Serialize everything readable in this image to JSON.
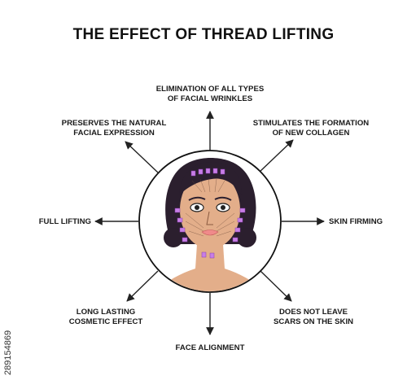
{
  "title": "THE EFFECT OF THREAD LIFTING",
  "effects": {
    "top": "ELIMINATION OF ALL TYPES\nOF FACIAL WRINKLES",
    "top_right": "STIMULATES THE FORMATION\nOF NEW COLLAGEN",
    "right": "SKIN FIRMING",
    "bottom_right": "DOES NOT LEAVE\nSCARS ON THE SKIN",
    "bottom": "FACE ALIGNMENT",
    "bottom_left": "LONG LASTING\nCOSMETIC EFFECT",
    "left": "FULL LIFTING",
    "top_left": "PRESERVES THE NATURAL\nFACIAL EXPRESSION"
  },
  "stock_id": "289154869",
  "colors": {
    "hair": "#2b1f2e",
    "skin": "#e3ae8a",
    "thread_accent": "#c77ee6",
    "lips": "#f08a8a",
    "circle": "#111111",
    "arrow": "#222222"
  },
  "icons": [
    "woman-face-illustration",
    "arrow-icon"
  ]
}
